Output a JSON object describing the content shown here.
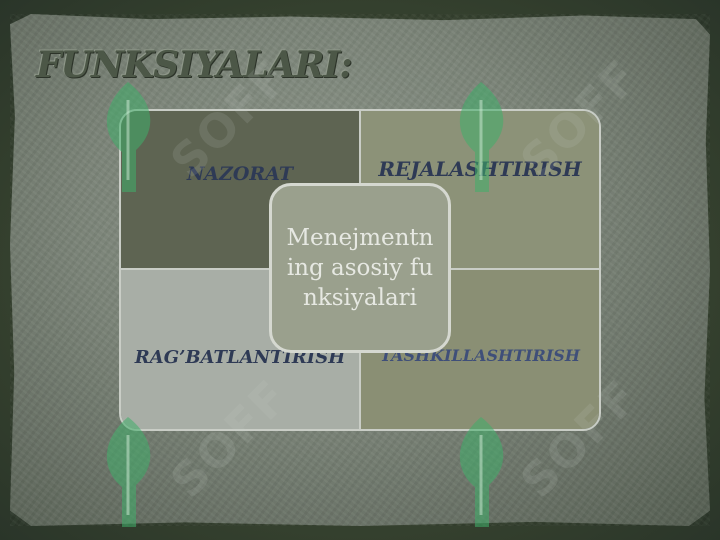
{
  "title": "FUNKSIYALARI:",
  "diagram": {
    "center": "Menejmentning asosiy funksiyalari",
    "quadrants": {
      "top_left": "NAZORAT",
      "top_right": "REJALASHTIRISH",
      "bottom_left": "RAG’BATLANTIRISH",
      "bottom_right": "TASHKILLASHTIRISH"
    }
  },
  "watermark": {
    "text": "SOFF",
    "colors": {
      "leaf": "#3fae6a",
      "text": "#c8cdc6"
    }
  },
  "icons": [
    "leaf-logo-icon"
  ]
}
